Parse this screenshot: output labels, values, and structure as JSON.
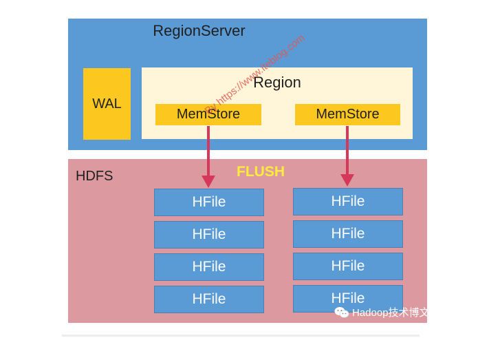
{
  "diagram": {
    "region_server_title": "RegionServer",
    "wal_label": "WAL",
    "region_title": "Region",
    "memstores": [
      "MemStore",
      "MemStore"
    ],
    "hdfs_label": "HDFS",
    "flush_label": "FLUSH",
    "hfile_columns": [
      [
        "HFile",
        "HFile",
        "HFile",
        "HFile"
      ],
      [
        "HFile",
        "HFile",
        "HFile",
        "HFile"
      ]
    ]
  },
  "watermark": {
    "diagonal_text": "By https://www.iteblog.com",
    "brand_text": "Hadoop技术博文"
  },
  "colors": {
    "region_server": "#5b9bd5",
    "wal": "#fcc820",
    "region": "#fff6d9",
    "hdfs": "#dc9aa0",
    "hfile": "#5b9bd5",
    "arrow": "#d6385c",
    "flush": "#ffeb3b"
  }
}
